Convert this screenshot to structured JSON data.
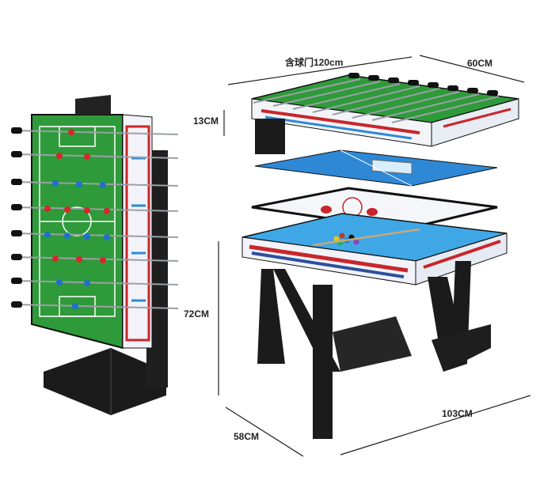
{
  "dimensions": {
    "length_top": "含球门120cm",
    "width_top": "60CM",
    "side_rail_height": "13CM",
    "table_height": "72CM",
    "base_length": "103CM",
    "base_width": "58CM"
  },
  "colors": {
    "pitch_green": "#2f9a3a",
    "table_blue": "#2e88d6",
    "rail_red": "#c8262c",
    "frame_black": "#1b1b1b"
  }
}
